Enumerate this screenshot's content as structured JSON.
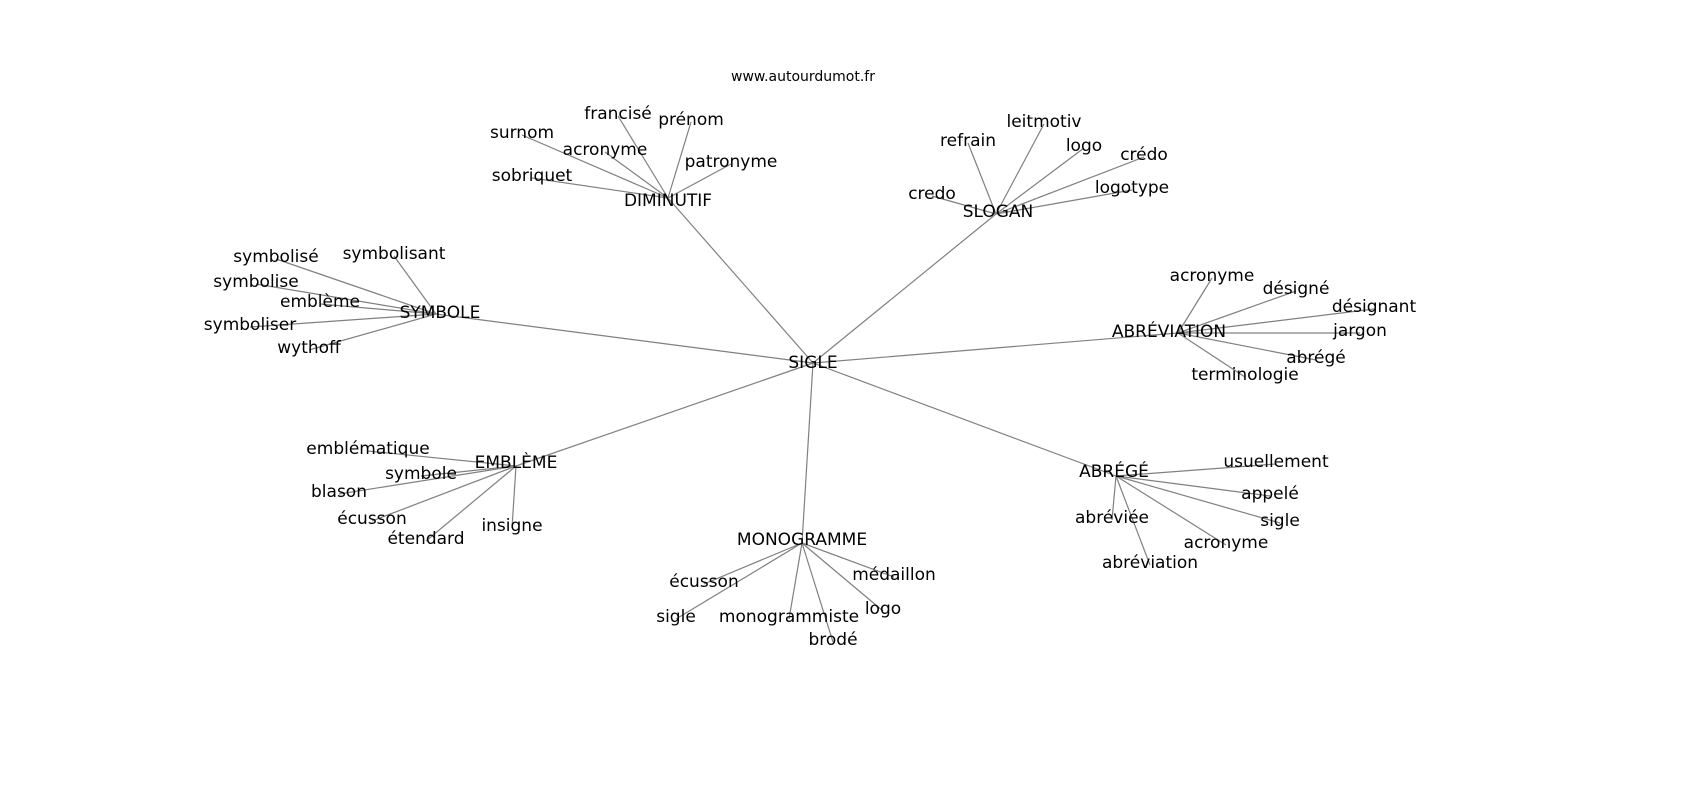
{
  "title": "www.autourdumot.fr",
  "root": "SIGLE",
  "clusters": [
    {
      "label": "DIMINUTIF",
      "children": [
        "francisé",
        "prénom",
        "surnom",
        "acronyme",
        "patronyme",
        "sobriquet"
      ]
    },
    {
      "label": "SLOGAN",
      "children": [
        "refrain",
        "leitmotiv",
        "logo",
        "crédo",
        "credo",
        "logotype"
      ]
    },
    {
      "label": "SYMBOLE",
      "children": [
        "symbolisé",
        "symbolisant",
        "symbolise",
        "emblème",
        "symboliser",
        "wythoff"
      ]
    },
    {
      "label": "ABRÉVIATION",
      "children": [
        "acronyme",
        "désigné",
        "désignant",
        "jargon",
        "abrégé",
        "terminologie"
      ]
    },
    {
      "label": "EMBLÈME",
      "children": [
        "emblématique",
        "symbole",
        "blason",
        "écusson",
        "étendard",
        "insigne"
      ]
    },
    {
      "label": "MONOGRAMME",
      "children": [
        "écusson",
        "sigle",
        "monogrammiste",
        "brodé",
        "médaillon",
        "logo"
      ]
    },
    {
      "label": "ABRÉGÉ",
      "children": [
        "usuellement",
        "appelé",
        "sigle",
        "acronyme",
        "abréviée",
        "abréviation"
      ]
    }
  ]
}
